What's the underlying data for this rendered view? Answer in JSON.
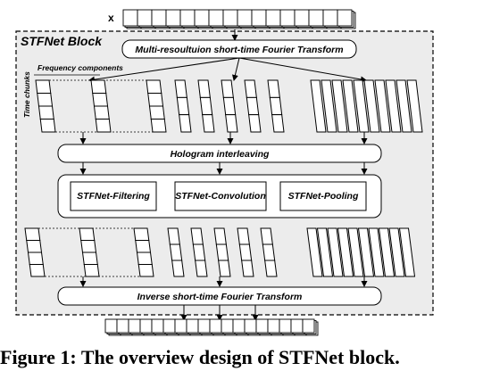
{
  "input_label": "x",
  "block": {
    "title": "STFNet Block",
    "stft_label": "Multi-resoultuion short-time Fourier Transform",
    "freq_label": "Frequency components",
    "time_label": "Time chunks",
    "hologram_label": "Hologram interleaving",
    "filtering_label": "STFNet-Filtering",
    "convolution_label": "STFNet-Convolution",
    "pooling_label": "STFNet-Pooling",
    "istft_label": "Inverse short-time Fourier Transform"
  },
  "caption": "Figure 1: The overview design of STFNet block."
}
